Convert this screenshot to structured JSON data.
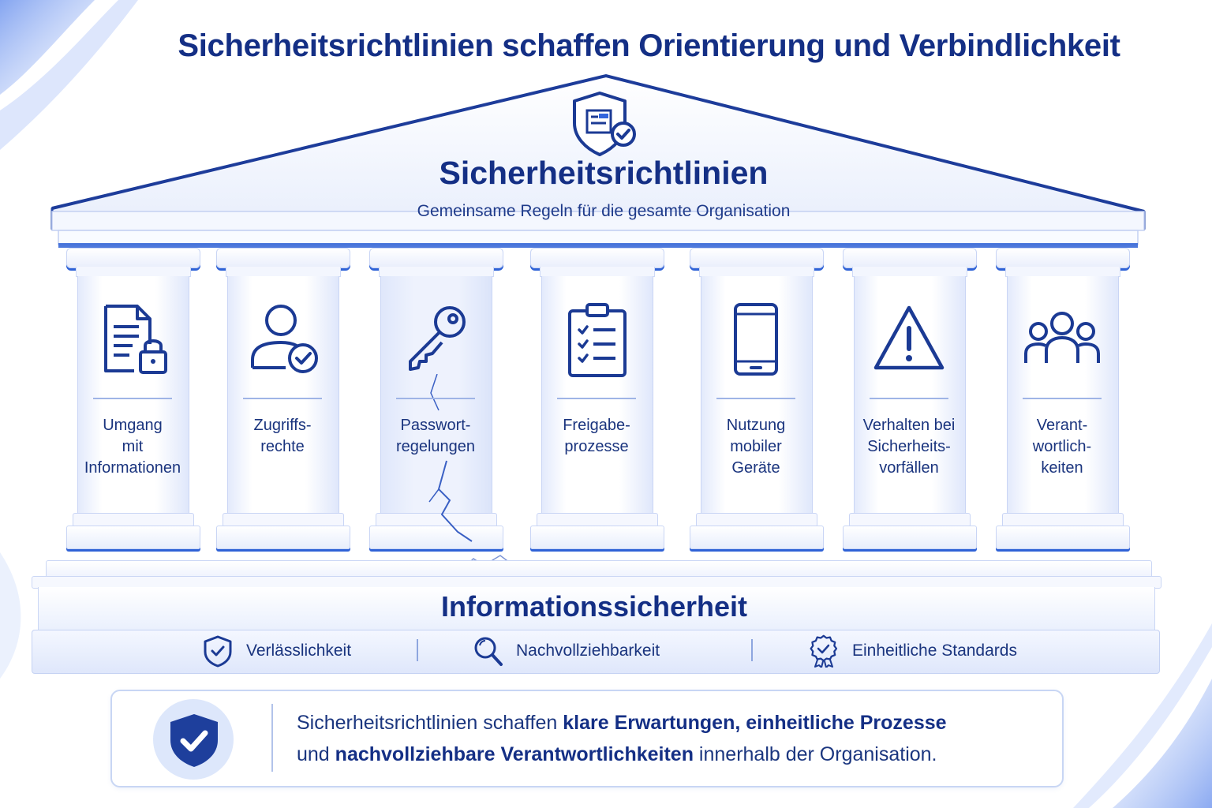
{
  "title": "Sicherheitsrichtlinien schaffen Orientierung und Verbindlichkeit",
  "roof": {
    "icon": "shield-document-check-icon",
    "title": "Sicherheitsrichtlinien",
    "subtitle": "Gemeinsame Regeln für die gesamte Organisation"
  },
  "pillars": [
    {
      "icon": "document-lock-icon",
      "label": "Umgang\nmit\nInformationen"
    },
    {
      "icon": "user-check-icon",
      "label": "Zugriffs-\nrechte"
    },
    {
      "icon": "key-icon",
      "label": "Passwort-\nregelungen"
    },
    {
      "icon": "clipboard-checklist-icon",
      "label": "Freigabe-\nprozesse"
    },
    {
      "icon": "smartphone-icon",
      "label": "Nutzung\nmobiler\nGeräte"
    },
    {
      "icon": "warning-triangle-icon",
      "label": "Verhalten bei\nSicherheits-\nvorfällen"
    },
    {
      "icon": "group-icon",
      "label": "Verant-\nwortlich-\nkeiten"
    }
  ],
  "foundation": {
    "title": "Informationssicherheit",
    "values": [
      {
        "icon": "shield-check-icon",
        "label": "Verlässlichkeit"
      },
      {
        "icon": "magnifier-icon",
        "label": "Nachvollziehbarkeit"
      },
      {
        "icon": "award-badge-icon",
        "label": "Einheitliche Standards"
      }
    ]
  },
  "summary": {
    "icon": "shield-check-icon",
    "line1_a": "Sicherheitsrichtlinien schaffen ",
    "line1_b": "klare Erwartungen, einheitliche Prozesse",
    "line2_a": "und ",
    "line2_b": "nachvollziehbare Verantwortlichkeiten",
    "line2_c": " innerhalb der Organisation."
  },
  "colors": {
    "primary": "#142f85",
    "accent": "#2f62d6",
    "light": "#e9eefc"
  }
}
